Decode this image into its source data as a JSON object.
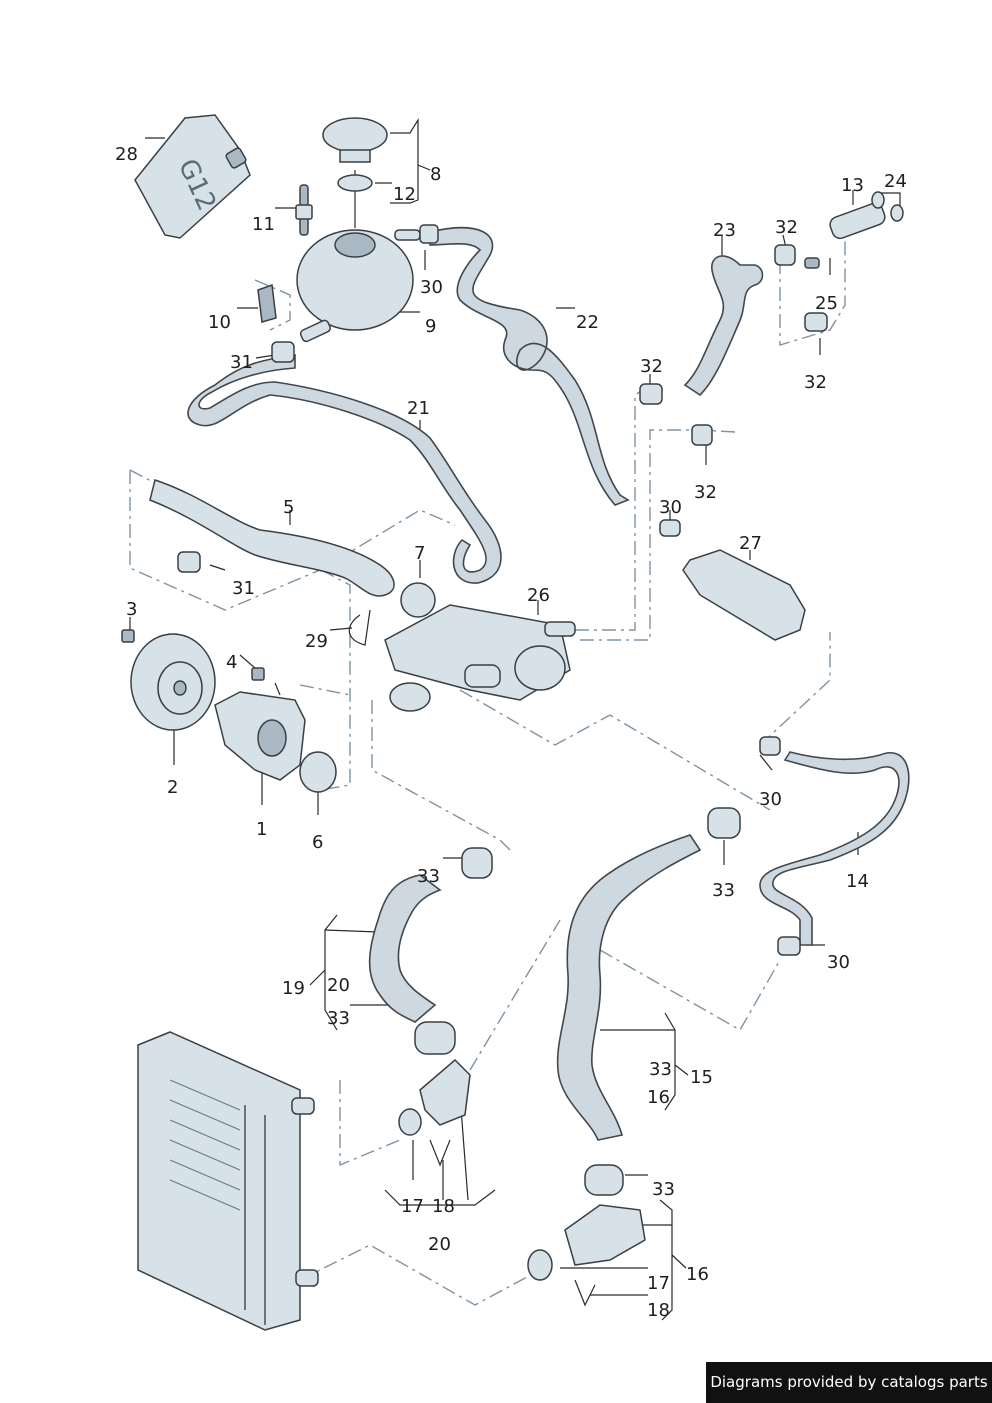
{
  "labels": {
    "n28": "28",
    "n8": "8",
    "n12": "12",
    "n11": "11",
    "n13": "13",
    "n24": "24",
    "n23": "23",
    "n32a": "32",
    "n30a": "30",
    "n22": "22",
    "n10": "10",
    "n9": "9",
    "n25": "25",
    "n32b": "32",
    "n31a": "31",
    "n32c": "32",
    "n21": "21",
    "n32d": "32",
    "n5": "5",
    "n30b": "30",
    "n27": "27",
    "n7": "7",
    "n31b": "31",
    "n26": "26",
    "n3": "3",
    "n29": "29",
    "n4": "4",
    "n2": "2",
    "n30c": "30",
    "n1": "1",
    "n6": "6",
    "n33a": "33",
    "n33b": "33",
    "n14": "14",
    "n19": "19",
    "n20a": "20",
    "n33c": "33",
    "n30d": "30",
    "n33d": "33",
    "n15": "15",
    "n16a": "16",
    "n33e": "33",
    "n17a": "17",
    "n18a": "18",
    "n20b": "20",
    "n16b": "16",
    "n17b": "17",
    "n18b": "18"
  },
  "credit": "Diagrams provided by catalogs parts",
  "icons": {
    "coolant_bottle_text": "G12"
  },
  "colors": {
    "linework": "#7e93a3",
    "parts": "#d7e1e8",
    "credit_bg": "#111111"
  }
}
